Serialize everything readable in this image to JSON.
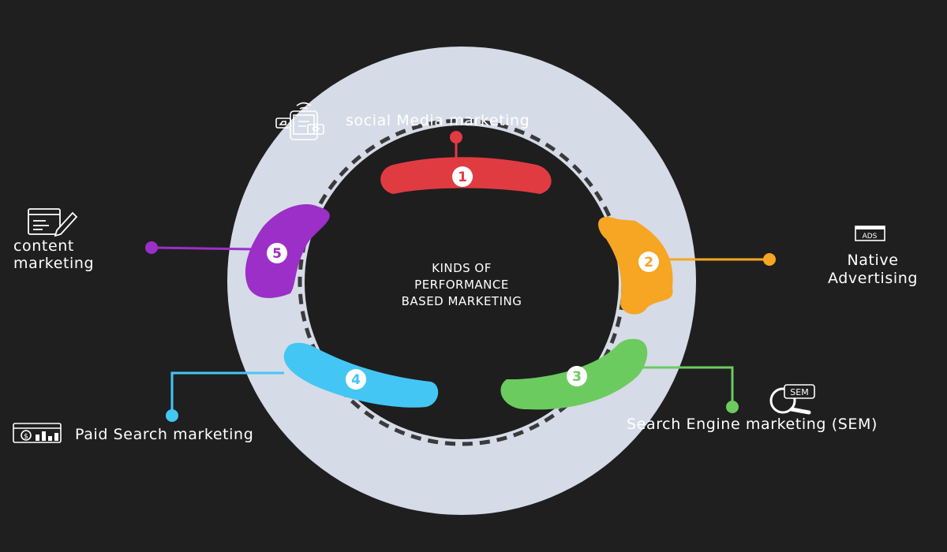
{
  "title_lines": [
    "KINDS  OF",
    "PERFORMANCE",
    "BASED MARKETING"
  ],
  "items": [
    {
      "number": "1",
      "label_lines": [
        "social Media marketing"
      ],
      "color": "#e13b42",
      "icon": "social-media-icon"
    },
    {
      "number": "2",
      "label_lines": [
        "Native",
        "Advertising"
      ],
      "color": "#f6a623",
      "icon": "ads-icon"
    },
    {
      "number": "3",
      "label_lines": [
        "Search Engine marketing (SEM)"
      ],
      "color": "#6ccb5f",
      "icon": "sem-search-icon"
    },
    {
      "number": "4",
      "label_lines": [
        "Paid Search marketing"
      ],
      "color": "#44c6f4",
      "icon": "paid-search-icon"
    },
    {
      "number": "5",
      "label_lines": [
        "content",
        "marketing"
      ],
      "color": "#9b2fc7",
      "icon": "content-writing-icon"
    }
  ],
  "icon_text": {
    "ads": "ADS",
    "sem": "SEM"
  },
  "colors": {
    "background": "#1f1f1f",
    "ring": "#d6dbe8",
    "inner": "#1e1e1e",
    "text": "#ffffff"
  }
}
